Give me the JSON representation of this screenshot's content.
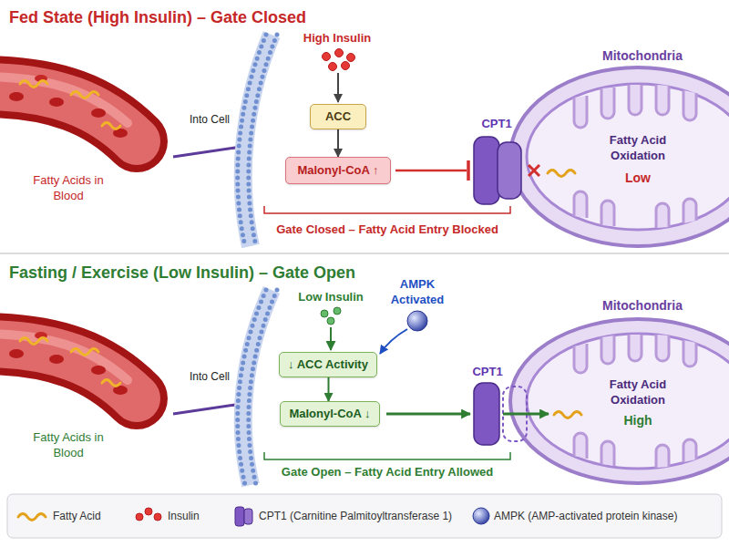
{
  "diagram": {
    "nodes": [
      {
        "text": [
          "ACC"
        ]
      },
      {
        "text": [
          "Malonyl-CoA ↑"
        ]
      },
      {
        "text": [
          "↓ ACC Activity"
        ]
      },
      {
        "text": [
          "Malonyl-CoA ↓"
        ]
      }
    ],
    "edges": [
      {
        "from": 0,
        "to": 1,
        "arrow": "to"
      },
      {
        "from": 2,
        "to": 3,
        "arrow": "to"
      }
    ],
    "labels": [
      "Fed State (High Insulin) – Gate Closed",
      "High Insulin",
      "Mitochondria",
      "Into Cell",
      "CPT1",
      "Fatty Acid Oxidation",
      "Low",
      "Fatty Acids in Blood",
      "Gate Closed – Fatty Acid Entry Blocked",
      "Fasting / Exercise (Low Insulin) – Gate Open",
      "Low Insulin",
      "AMPK Activated",
      "Mitochondria",
      "Into Cell",
      "CPT1",
      "Fatty Acid Oxidation",
      "High",
      "Fatty Acids in Blood",
      "Gate Open – Fatty Acid Entry Allowed"
    ],
    "legend": [
      {
        "text": "Fatty Acid"
      },
      {
        "text": "Insulin"
      },
      {
        "text": "CPT1 (Carnitine Palmitoyltransferase 1)"
      },
      {
        "text": "AMPK (AMP-activated protein kinase)"
      }
    ]
  }
}
